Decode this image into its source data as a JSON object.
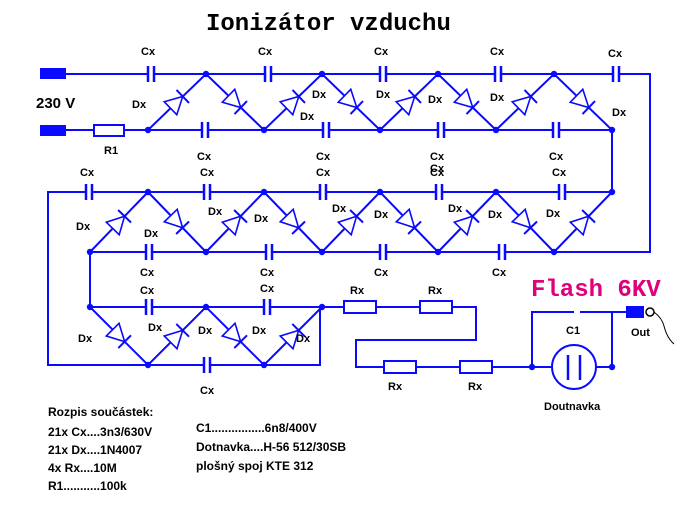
{
  "title": "Ionizátor vzduchu",
  "flash_label": "Flash 6KV",
  "input_voltage": "230 V",
  "output_label": "Out",
  "cap_label": "Cx",
  "diode_label": "Dx",
  "res_label": "Rx",
  "r1_label": "R1",
  "c1_label": "C1",
  "lamp_label": "Doutnavka",
  "parts_title": "Rozpis součástek:",
  "parts_list": [
    "21x  Cx....3n3/630V",
    "21x  Dx....1N4007",
    "4x    Rx....10M",
    "R1...........100k"
  ],
  "parts_list_2": [
    "C1................6n8/400V",
    "Dotnavka....H-56 512/30SB",
    "plošný spoj KTE 312"
  ],
  "colors": {
    "wire": "#0a0aff",
    "flash": "#e0007a",
    "text": "#000000"
  }
}
